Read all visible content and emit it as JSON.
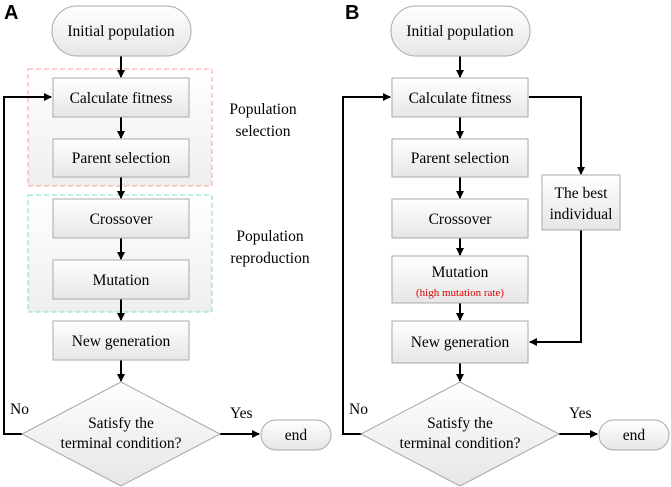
{
  "panel_a": {
    "letter": "A",
    "start": "Initial population",
    "calc": "Calculate fitness",
    "parent": "Parent selection",
    "crossover": "Crossover",
    "mutation": "Mutation",
    "newgen": "New generation",
    "decision_line1": "Satisfy the",
    "decision_line2": "terminal condition?",
    "end": "end",
    "yes": "Yes",
    "no": "No",
    "group1_line1": "Population",
    "group1_line2": "selection",
    "group2_line1": "Population",
    "group2_line2": "reproduction",
    "group1_color": "#f4a6a0",
    "group2_color": "#86d9c8"
  },
  "panel_b": {
    "letter": "B",
    "start": "Initial population",
    "calc": "Calculate fitness",
    "parent": "Parent selection",
    "crossover": "Crossover",
    "mutation": "Mutation",
    "mutation_note": "(high mutation rate)",
    "mutation_note_color": "#e00000",
    "best_line1": "The best",
    "best_line2": "individual",
    "newgen": "New generation",
    "decision_line1": "Satisfy the",
    "decision_line2": "terminal condition?",
    "end": "end",
    "yes": "Yes",
    "no": "No"
  }
}
